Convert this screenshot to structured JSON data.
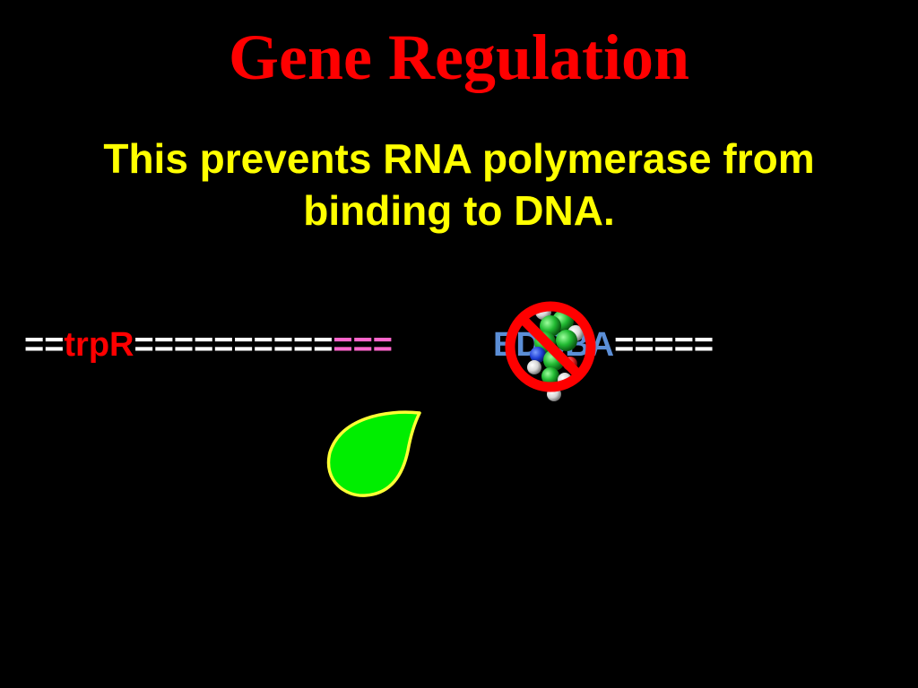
{
  "slide": {
    "title": "Gene Regulation",
    "subtitle": "This prevents RNA polymerase from binding to DNA."
  },
  "dna": {
    "segments": [
      {
        "text": "==",
        "color": "#ffffff"
      },
      {
        "text": "trpR",
        "color": "#ff0000"
      },
      {
        "text": "==========",
        "color": "#ffffff"
      },
      {
        "text": "===",
        "color": "#ff66cc"
      },
      {
        "text": "EDCBA",
        "color": "#5b8ed6"
      },
      {
        "text": "=====",
        "color": "#ffffff"
      }
    ]
  },
  "icons": {
    "tryptophan_molecule": "tryptophan-molecule-icon",
    "prohibition_sign": "no-entry-icon",
    "repressor_protein": "repressor-protein-shape"
  },
  "colors": {
    "background": "#000000",
    "title": "#ff0000",
    "subtitle": "#ffff00",
    "prohibition": "#ff0000",
    "repressor_fill": "#00ee00",
    "repressor_outline": "#ffff33"
  }
}
